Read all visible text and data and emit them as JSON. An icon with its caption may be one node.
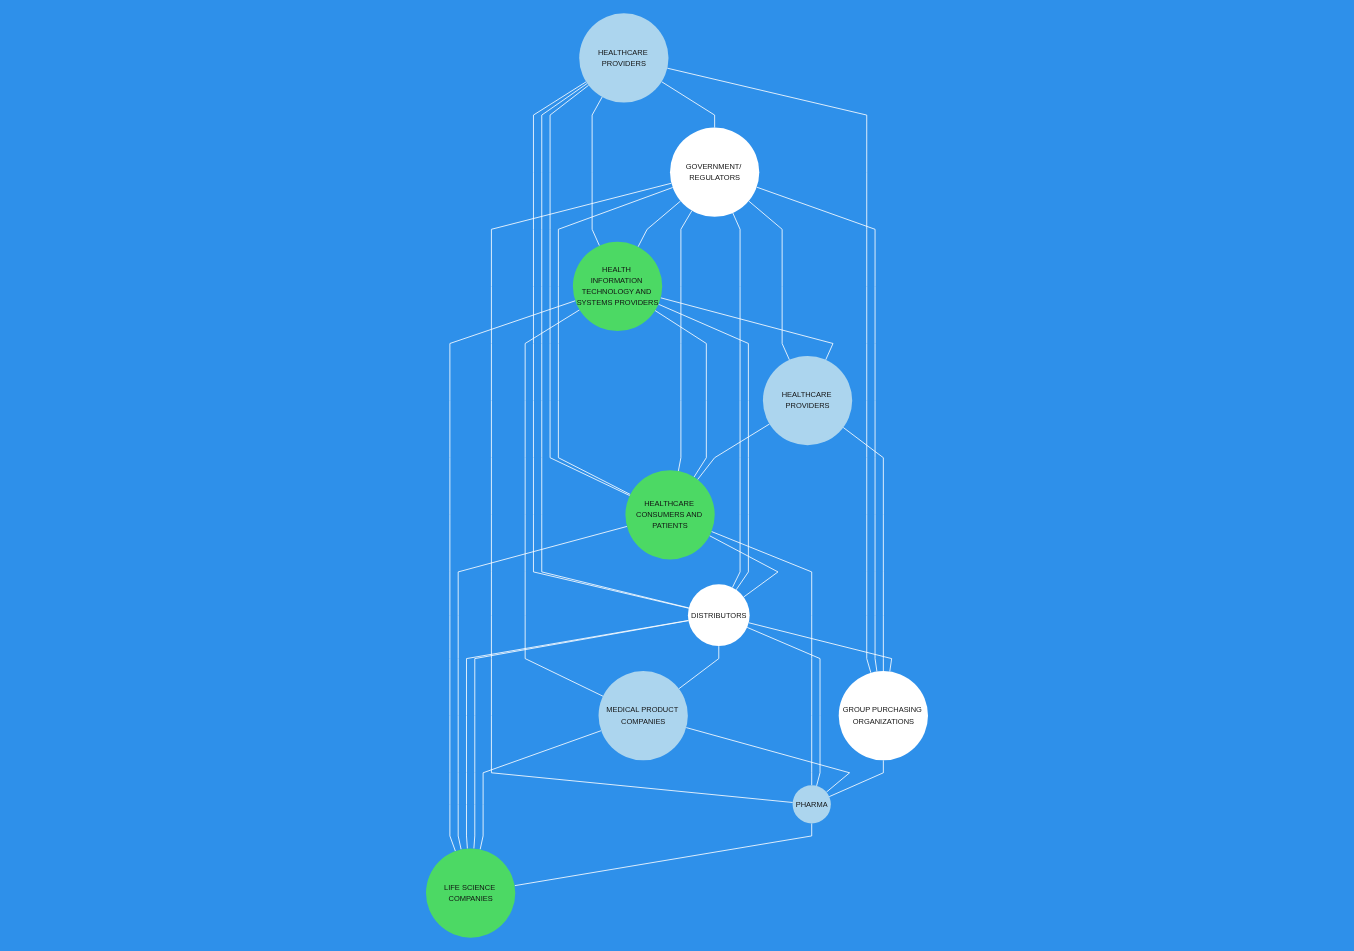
{
  "diagram": {
    "nodes": [
      {
        "text": [
          "HEALTHCARE PROVIDERS"
        ]
      },
      {
        "text": [
          "HEALTH INFORMATION TECHNOLOGY AND SYSTEMS PROVIDERS"
        ]
      },
      {
        "text": [
          "GOVERNMENT/ REGULATORS"
        ]
      },
      {
        "text": [
          "MEDICAL PRODUCT COMPANIES"
        ]
      },
      {
        "text": [
          "HEALTHCARE PROVIDERS"
        ]
      },
      {
        "text": [
          "HEALTHCARE CONSUMERS AND PATIENTS"
        ]
      },
      {
        "text": [
          "DISTRIBUTORS"
        ]
      },
      {
        "text": [
          "GROUP PURCHASING ORGANIZATIONS"
        ]
      },
      {
        "text": [
          "PHARMA"
        ]
      },
      {
        "text": [
          "LIFE SCIENCE COMPANIES"
        ]
      }
    ],
    "edges": [
      {
        "from": 0,
        "to": 2,
        "arrow": "none"
      },
      {
        "from": 0,
        "to": 1,
        "arrow": "none"
      },
      {
        "from": 0,
        "to": 5,
        "arrow": "none"
      },
      {
        "from": 0,
        "to": 6,
        "arrow": "none"
      },
      {
        "from": 0,
        "to": 6,
        "arrow": "none"
      },
      {
        "from": 0,
        "to": 7,
        "arrow": "none"
      },
      {
        "from": 2,
        "to": 1,
        "arrow": "none"
      },
      {
        "from": 2,
        "to": 6,
        "arrow": "none"
      },
      {
        "from": 2,
        "to": 5,
        "arrow": "none"
      },
      {
        "from": 2,
        "to": 5,
        "arrow": "none"
      },
      {
        "from": 2,
        "to": 4,
        "arrow": "none"
      },
      {
        "from": 2,
        "to": 7,
        "arrow": "none"
      },
      {
        "from": 2,
        "to": 8,
        "arrow": "none"
      },
      {
        "from": 1,
        "to": 4,
        "arrow": "none"
      },
      {
        "from": 1,
        "to": 5,
        "arrow": "none"
      },
      {
        "from": 1,
        "to": 6,
        "arrow": "none"
      },
      {
        "from": 1,
        "to": 3,
        "arrow": "none"
      },
      {
        "from": 1,
        "to": 9,
        "arrow": "none"
      },
      {
        "from": 4,
        "to": 5,
        "arrow": "none"
      },
      {
        "from": 4,
        "to": 7,
        "arrow": "none"
      },
      {
        "from": 5,
        "to": 6,
        "arrow": "none"
      },
      {
        "from": 5,
        "to": 8,
        "arrow": "none"
      },
      {
        "from": 5,
        "to": 9,
        "arrow": "none"
      },
      {
        "from": 6,
        "to": 3,
        "arrow": "none"
      },
      {
        "from": 6,
        "to": 7,
        "arrow": "none"
      },
      {
        "from": 6,
        "to": 8,
        "arrow": "none"
      },
      {
        "from": 6,
        "to": 9,
        "arrow": "none"
      },
      {
        "from": 6,
        "to": 9,
        "arrow": "none"
      },
      {
        "from": 3,
        "to": 8,
        "arrow": "none"
      },
      {
        "from": 3,
        "to": 9,
        "arrow": "none"
      },
      {
        "from": 7,
        "to": 8,
        "arrow": "none"
      },
      {
        "from": 8,
        "to": 9,
        "arrow": "none"
      }
    ]
  }
}
